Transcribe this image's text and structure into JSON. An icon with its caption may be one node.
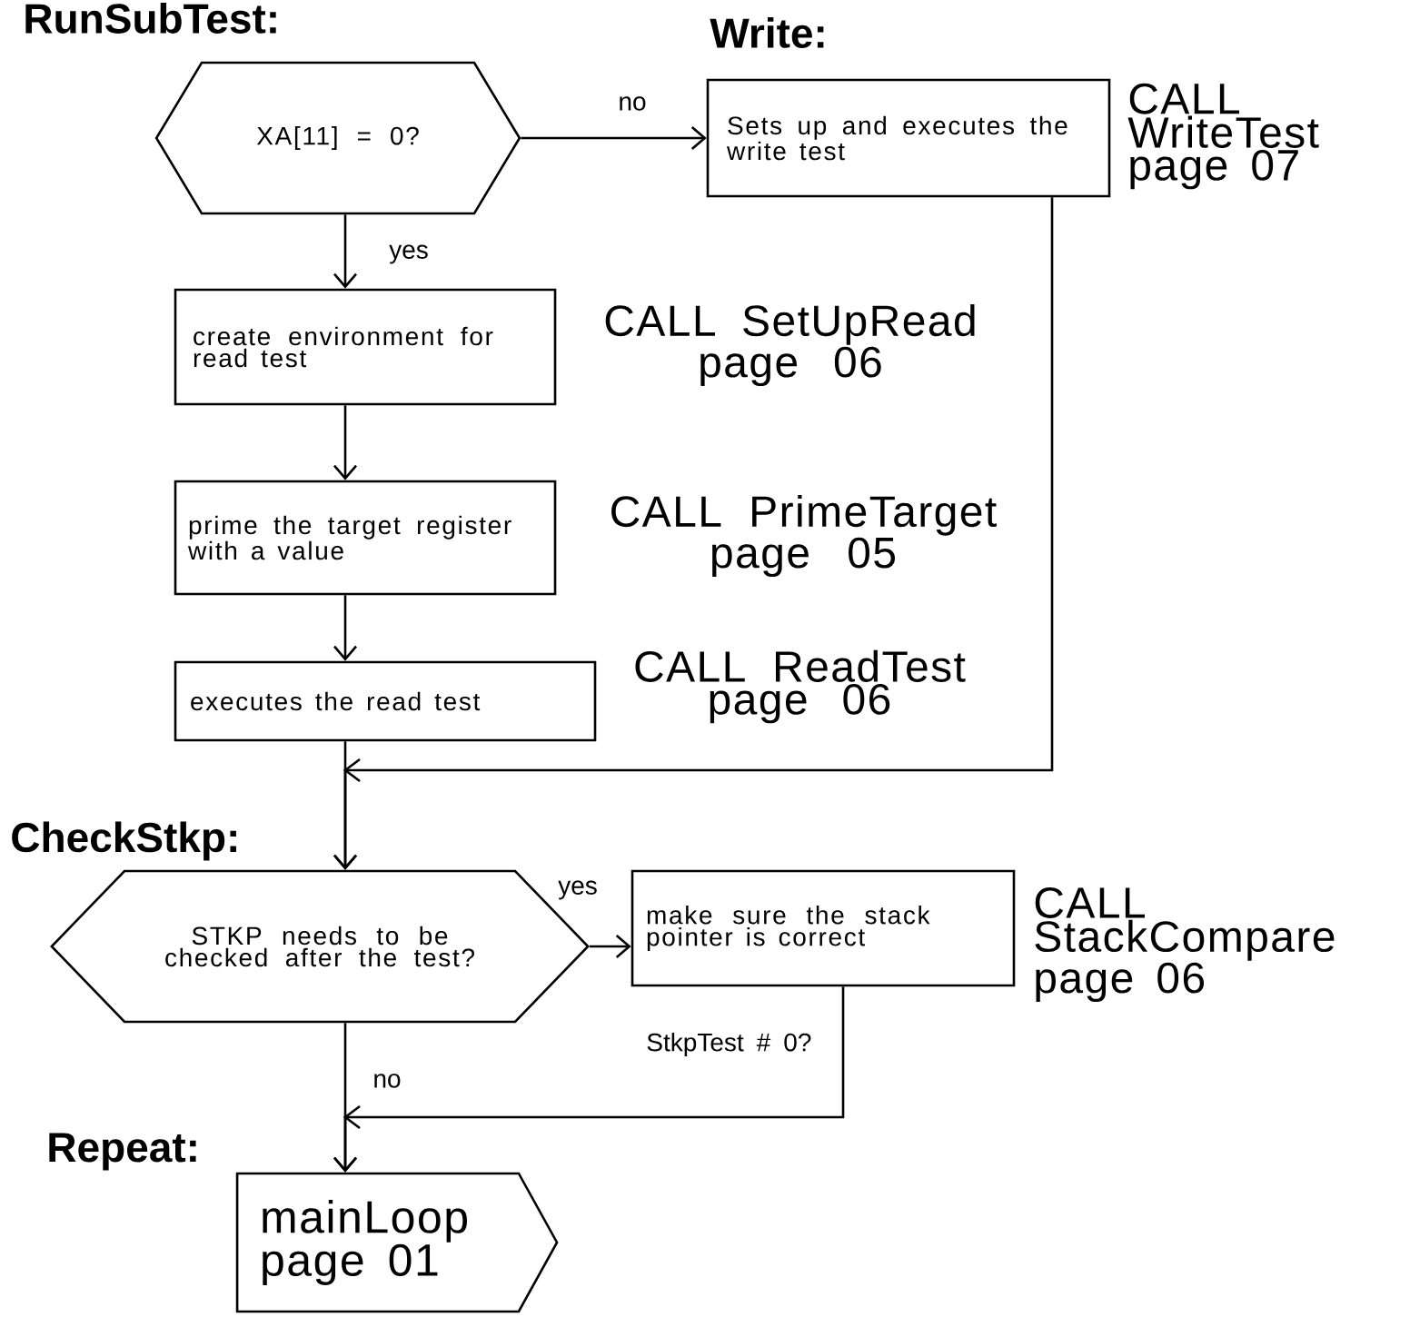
{
  "diagram": {
    "nodes": [
      {
        "text": [
          "RunSubTest:",
          "XA[11] = 0?"
        ]
      },
      {
        "text": [
          "Write:",
          "Sets up and executes the write test"
        ],
        "beside": [
          "CALL WriteTest page 07"
        ]
      },
      {
        "text": [
          "create environment for read test"
        ],
        "beside": [
          "CALL SetUpRead page 06"
        ]
      },
      {
        "text": [
          "prime the target register with a value"
        ],
        "beside": [
          "CALL PrimeTarget page 05"
        ]
      },
      {
        "text": [
          "executes the read test"
        ],
        "beside": [
          "CALL ReadTest page 06"
        ]
      },
      {
        "text": [
          "CheckStkp:",
          "STKP needs to be checked after the test?"
        ]
      },
      {
        "text": [
          "make sure the stack pointer is correct"
        ],
        "beside": [
          "CALL StackCompare page 06"
        ]
      },
      {
        "text": [
          "Repeat:",
          "mainLoop page 01"
        ]
      }
    ],
    "edges": [
      {
        "from": 0,
        "to": 1,
        "arrow": "to",
        "label": "no"
      },
      {
        "from": 0,
        "to": 2,
        "arrow": "to",
        "label": "yes"
      },
      {
        "from": 2,
        "to": 3,
        "arrow": "to"
      },
      {
        "from": 3,
        "to": 4,
        "arrow": "to"
      },
      {
        "from": 4,
        "to": 5,
        "arrow": "to"
      },
      {
        "from": 1,
        "to": 5,
        "arrow": "to"
      },
      {
        "from": 5,
        "to": 6,
        "arrow": "to",
        "label": "yes"
      },
      {
        "from": 5,
        "to": 7,
        "arrow": "to",
        "label": "no"
      },
      {
        "from": 6,
        "to": 7,
        "arrow": "to"
      }
    ],
    "labels": [
      "StkpTest # 0?"
    ]
  }
}
